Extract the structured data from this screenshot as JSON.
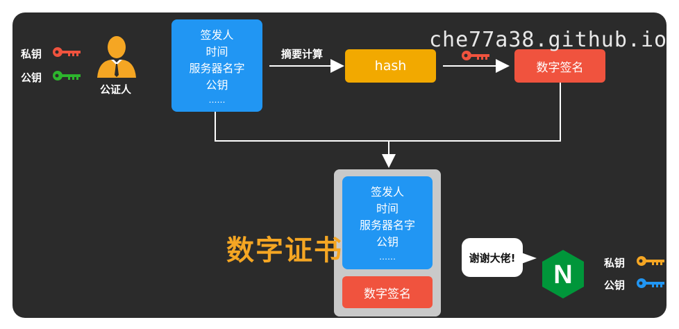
{
  "watermark": "che77a38.github.io",
  "ca_keys": {
    "private_label": "私钥",
    "public_label": "公钥",
    "private_color": "#f0533e",
    "public_color": "#2db52d"
  },
  "ca_label": "公证人",
  "info_box": {
    "lines": [
      "签发人",
      "时间",
      "服务器名字",
      "公钥"
    ],
    "dots": "……"
  },
  "digest_label": "摘要计算",
  "hash_label": "hash",
  "signature_label": "数字签名",
  "certificate_title": "数字证书",
  "cert_info": {
    "lines": [
      "签发人",
      "时间",
      "服务器名字",
      "公钥"
    ],
    "dots": "……"
  },
  "cert_signature": "数字签名",
  "bubble_text": "谢谢大佬!",
  "server_logo_letter": "N",
  "server_keys": {
    "private_label": "私钥",
    "public_label": "公钥",
    "private_color": "#f5a623",
    "public_color": "#2196f3"
  },
  "colors": {
    "blue": "#2196f3",
    "orange": "#f2a900",
    "red": "#f0533e",
    "nginx_green": "#00963a"
  }
}
